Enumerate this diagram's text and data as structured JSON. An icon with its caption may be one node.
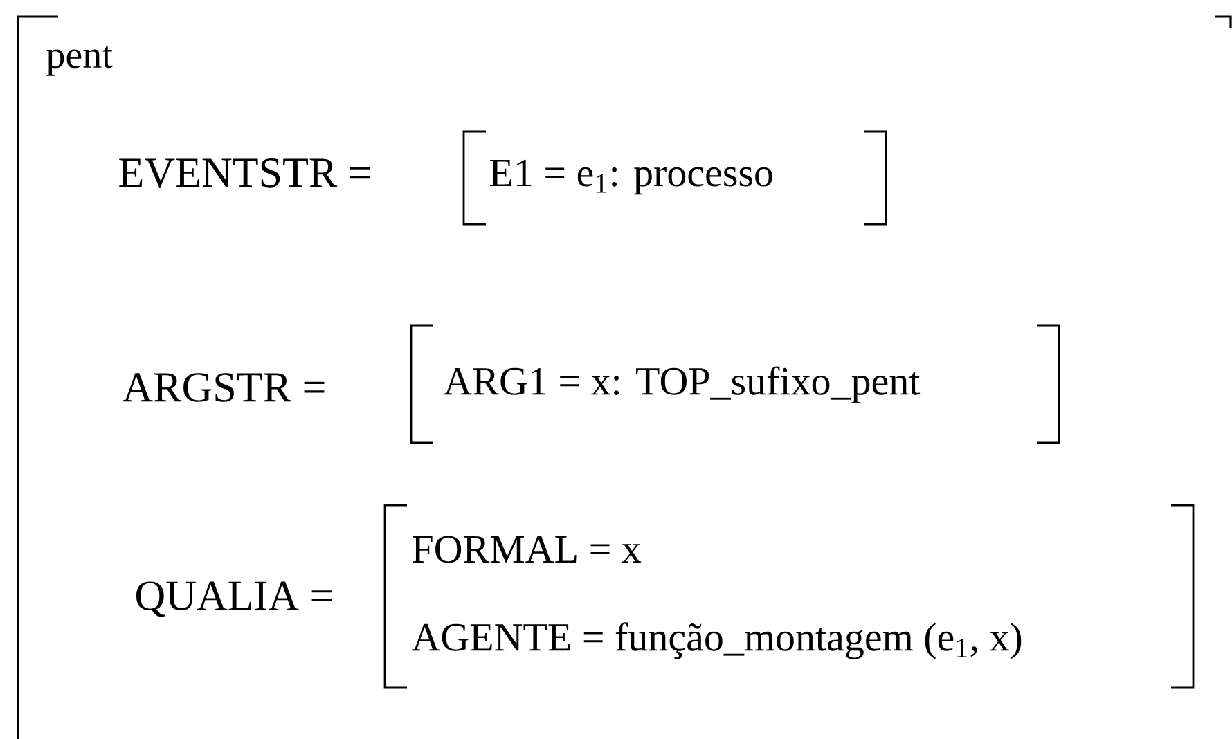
{
  "diagram": {
    "labels": [
      "pent",
      "EVENTSTR =",
      "E1 = e$_{1}$: processo",
      "ARGSTR =",
      "ARG1 = x: TOP_sufixo_pent",
      "QUALIA =",
      "FORMAL = x",
      "AGENTE = função_montagem (e$_{1}$, x)"
    ]
  }
}
